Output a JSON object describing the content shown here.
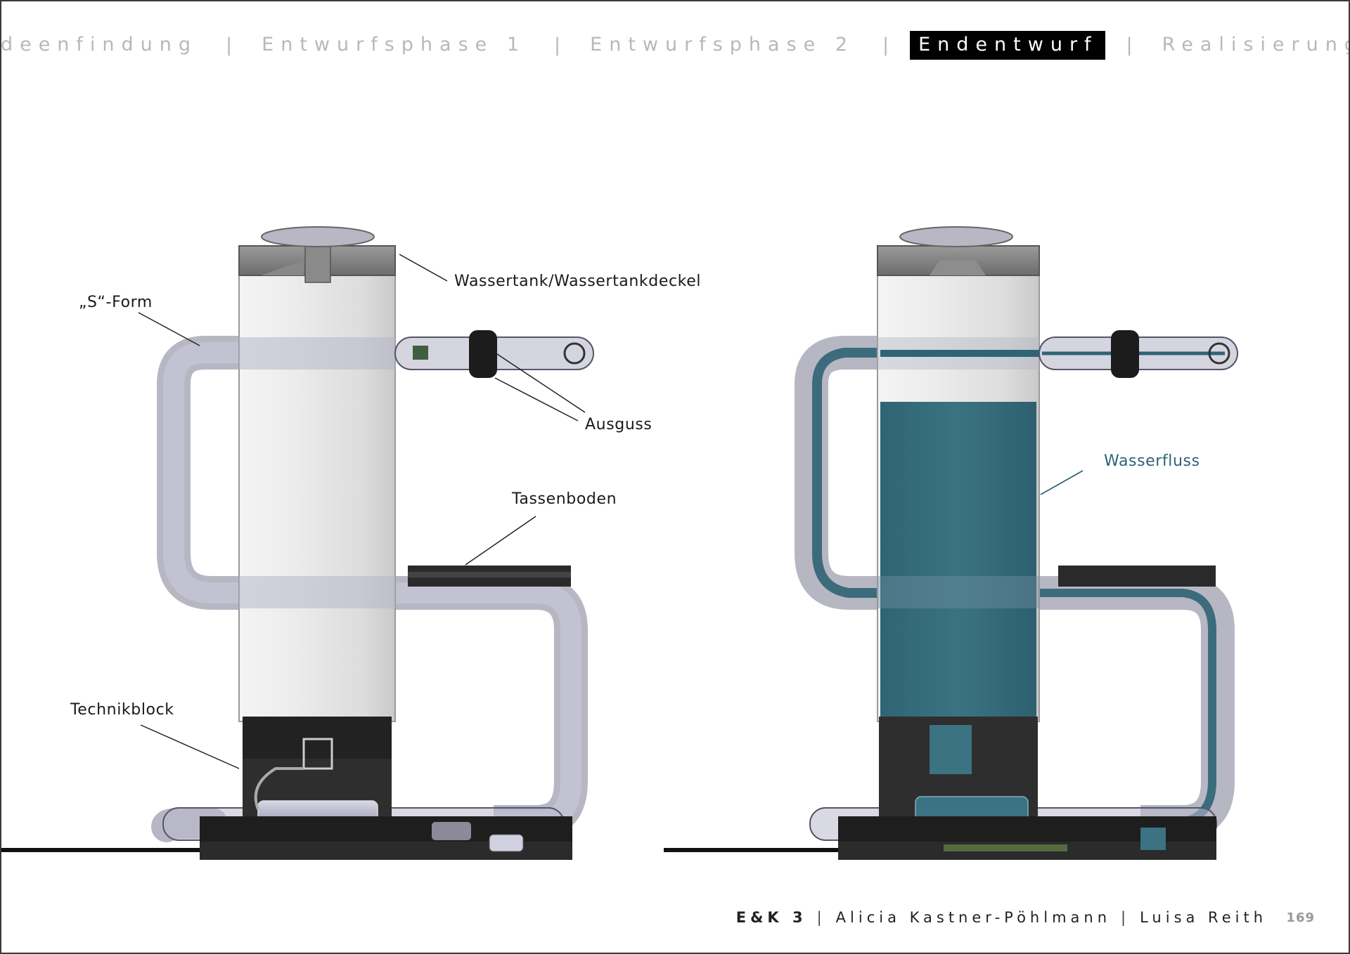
{
  "nav": {
    "phases": [
      {
        "label": "Ideenfindung",
        "active": false
      },
      {
        "label": "Entwurfsphase 1",
        "active": false
      },
      {
        "label": "Entwurfsphase 2",
        "active": false
      },
      {
        "label": "Endentwurf",
        "active": true
      },
      {
        "label": "Realisierung",
        "active": false
      }
    ],
    "separator": "|"
  },
  "annotations": {
    "left": {
      "wassertank": "Wassertank/Wassertankdeckel",
      "s_form": "„S“-Form",
      "ausguss": "Ausguss",
      "tassenboden": "Tassenboden",
      "technikblock": "Technikblock"
    },
    "right": {
      "wasserfluss": "Wasserfluss"
    }
  },
  "footer": {
    "brand": "E&K 3",
    "author1": "Alicia Kastner-Pöhlmann",
    "author2": "Luisa Reith",
    "separator": "|",
    "page_number": "169"
  },
  "colors": {
    "water": "#2f6277",
    "water_fill": "#3b6f82",
    "active_phase_bg": "#000000",
    "inactive_phase_text": "#b8b8b8"
  }
}
